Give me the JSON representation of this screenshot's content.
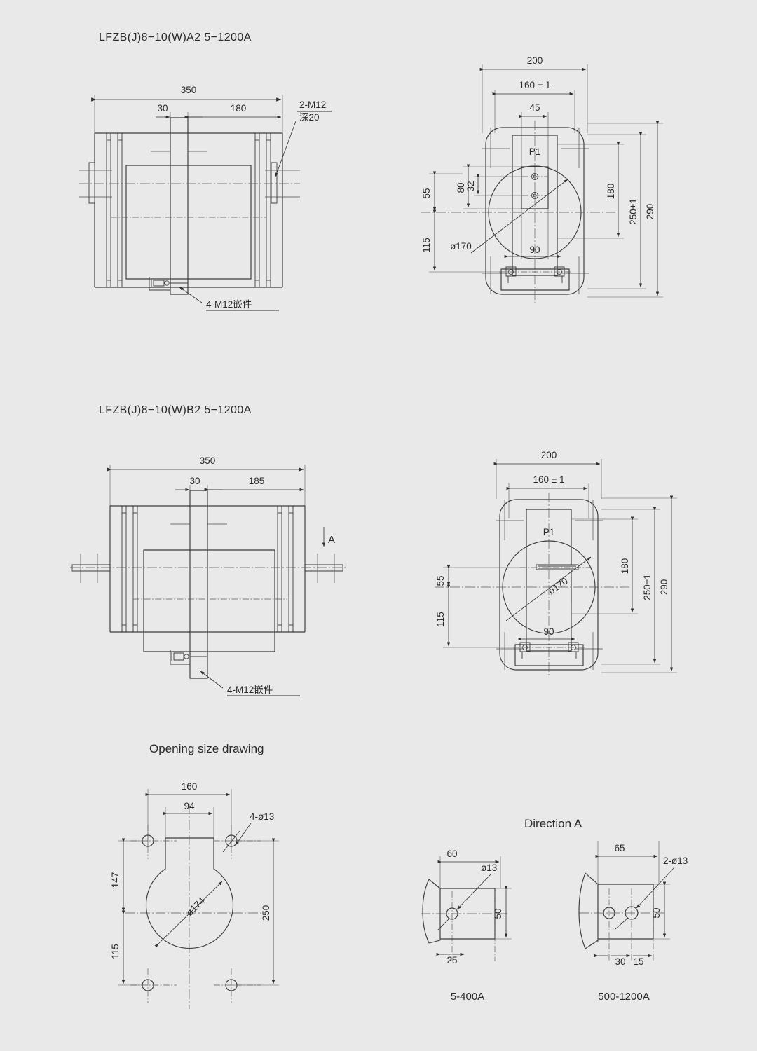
{
  "page": {
    "background": "#e9e9e9",
    "line_color": "#3b3b3b",
    "text_color": "#2a2a2a"
  },
  "sections": [
    {
      "id": "a2",
      "title": "LFZB(J)8−10(W)A2   5−1200A",
      "front_view": {
        "dims": [
          "350",
          "30",
          "180"
        ],
        "notes": [
          "2-M12",
          "深20",
          "4-M12嵌件"
        ]
      },
      "side_view": {
        "dims": [
          "200",
          "160 ± 1",
          "45",
          "80",
          "32",
          "55",
          "115",
          "ø170",
          "90",
          "180",
          "250±1",
          "290"
        ],
        "labels": [
          "P1"
        ]
      }
    },
    {
      "id": "b2",
      "title": "LFZB(J)8−10(W)B2   5−1200A",
      "front_view": {
        "dims": [
          "350",
          "30",
          "185"
        ],
        "notes": [
          "4-M12嵌件"
        ],
        "view_arrow": "A"
      },
      "side_view": {
        "dims": [
          "200",
          "160 ± 1",
          "55",
          "115",
          "ø170",
          "90",
          "180",
          "250±1",
          "290"
        ],
        "labels": [
          "P1"
        ]
      }
    }
  ],
  "opening": {
    "caption": "Opening size drawing",
    "dims": [
      "160",
      "94",
      "147",
      "115",
      "250",
      "ø174"
    ],
    "notes": [
      "4-ø13"
    ]
  },
  "direction_a": {
    "caption": "Direction A",
    "details": [
      {
        "caption": "5-400A",
        "dims": [
          "60",
          "50",
          "25"
        ],
        "notes": [
          "ø13"
        ]
      },
      {
        "caption": "500-1200A",
        "dims": [
          "65",
          "50",
          "30",
          "15"
        ],
        "notes": [
          "2-ø13"
        ]
      }
    ]
  }
}
